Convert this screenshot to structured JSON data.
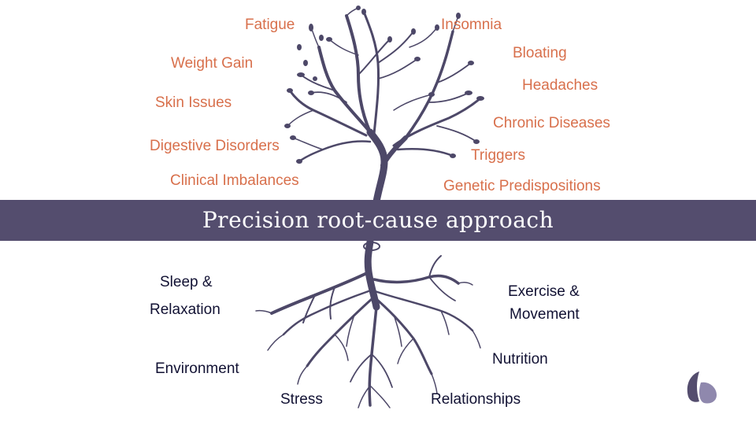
{
  "banner": {
    "title": "Precision root-cause approach"
  },
  "symptoms": {
    "fatigue": "Fatigue",
    "insomnia": "Insomnia",
    "weight_gain": "Weight Gain",
    "bloating": "Bloating",
    "headaches": "Headaches",
    "skin_issues": "Skin Issues",
    "chronic_diseases": "Chronic Diseases",
    "digestive_disorders": "Digestive Disorders",
    "triggers": "Triggers",
    "clinical_imbalances": "Clinical Imbalances",
    "genetic_predispositions": "Genetic Predispositions"
  },
  "roots": {
    "sleep_line1": "Sleep &",
    "sleep_line2": "Relaxation",
    "exercise_line1": "Exercise &",
    "exercise_line2": "Movement",
    "environment": "Environment",
    "nutrition": "Nutrition",
    "stress": "Stress",
    "relationships": "Relationships"
  },
  "colors": {
    "symptom_text": "#d8704c",
    "root_text": "#111133",
    "banner_bg": "#544d6e",
    "tree": "#4d4868"
  }
}
